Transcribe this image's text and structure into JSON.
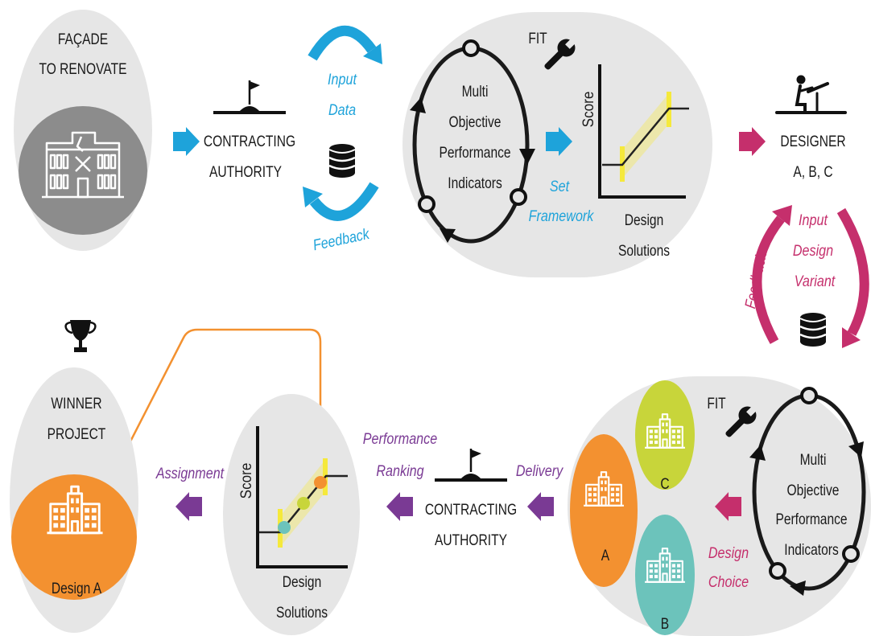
{
  "colors": {
    "blue": "#1ea3da",
    "magenta": "#c52f6c",
    "purple": "#7a3a94",
    "orange": "#f39130",
    "lime": "#c8d53a",
    "teal": "#6cc3bb",
    "panel": "#e6e6e6",
    "dark_gray": "#8c8c8c",
    "highlight": "#f5e93b",
    "ink": "#1a1a1a"
  },
  "top": {
    "facade": {
      "line1": "FAÇADE",
      "line2": "TO RENOVATE",
      "icon": "damaged-building-icon"
    },
    "contracting_authority": {
      "line1": "CONTRACTING",
      "line2": "AUTHORITY",
      "icon": "flag-icon"
    },
    "input_data": {
      "line1": "Input",
      "line2": "Data",
      "icon": "database-icon"
    },
    "feedback": "Feedback",
    "fit": {
      "label": "FIT",
      "icon": "wrench-icon",
      "indicators": {
        "line1": "Multi",
        "line2": "Objective",
        "line3": "Performance",
        "line4": "Indicators"
      }
    },
    "set_framework": {
      "line1": "Set",
      "line2": "Framework"
    },
    "chart": {
      "ylabel": "Score",
      "xlabel_line1": "Design",
      "xlabel_line2": "Solutions"
    },
    "designer": {
      "line1": "DESIGNER",
      "line2": "A, B, C",
      "icon": "designer-icon"
    },
    "input_design_variant": {
      "line1": "Input",
      "line2": "Design",
      "line3": "Variant",
      "icon": "database-icon"
    },
    "feedback_designer": "Feedback"
  },
  "bottom": {
    "winner": {
      "line1": "WINNER",
      "line2": "PROJECT",
      "design": "Design A",
      "icon": "trophy-icon"
    },
    "assignment": "Assignment",
    "chart": {
      "ylabel": "Score",
      "xlabel_line1": "Design",
      "xlabel_line2": "Solutions"
    },
    "performance_ranking": {
      "line1": "Performance",
      "line2": "Ranking"
    },
    "contracting_authority": {
      "line1": "CONTRACTING",
      "line2": "AUTHORITY",
      "icon": "flag-icon"
    },
    "delivery": "Delivery",
    "variants": {
      "a": "A",
      "b": "B",
      "c": "C"
    },
    "design_choice": {
      "line1": "Design",
      "line2": "Choice"
    },
    "fit": {
      "label": "FIT",
      "icon": "wrench-icon",
      "indicators": {
        "line1": "Multi",
        "line2": "Objective",
        "line3": "Performance",
        "line4": "Indicators"
      }
    }
  }
}
